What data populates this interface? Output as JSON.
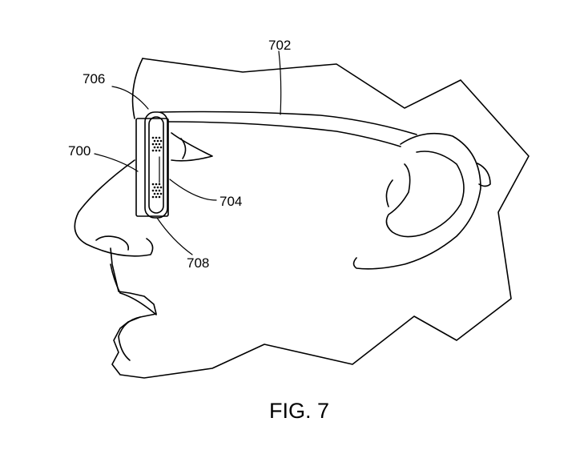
{
  "figure": {
    "caption": "FIG. 7",
    "reference_labels": {
      "r700": "700",
      "r702": "702",
      "r704": "704",
      "r706": "706",
      "r708": "708"
    }
  },
  "colors": {
    "ink": "#000000",
    "paper": "#ffffff"
  }
}
